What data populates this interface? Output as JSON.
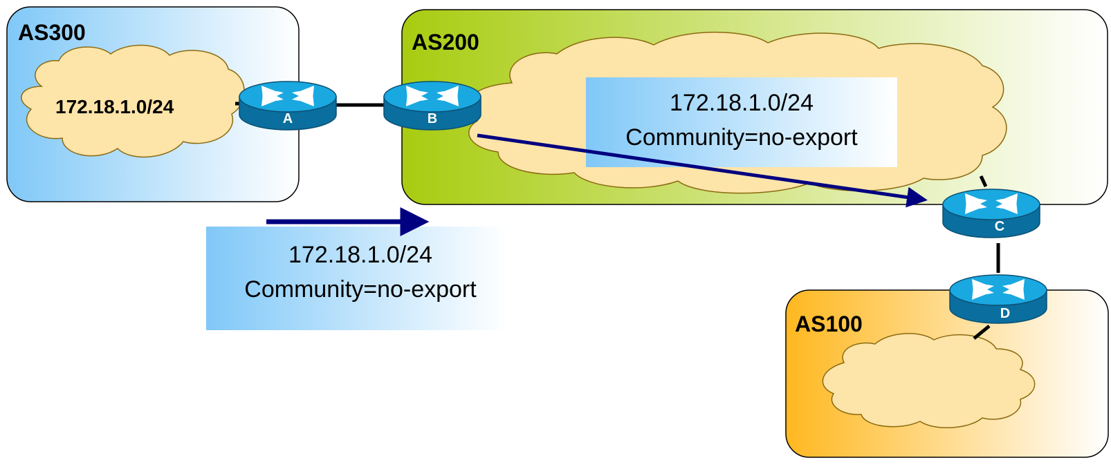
{
  "regions": [
    {
      "id": "as300",
      "label": "AS300",
      "network": "172.18.1.0/24"
    },
    {
      "id": "as200",
      "label": "AS200"
    },
    {
      "id": "as100",
      "label": "AS100"
    }
  ],
  "routers": [
    {
      "id": "A",
      "label": "A"
    },
    {
      "id": "B",
      "label": "B"
    },
    {
      "id": "C",
      "label": "C"
    },
    {
      "id": "D",
      "label": "D"
    }
  ],
  "announcements": [
    {
      "prefix": "172.18.1.0/24",
      "community": "Community=no-export"
    },
    {
      "prefix": "172.18.1.0/24",
      "community": "Community=no-export"
    }
  ],
  "colors": {
    "as300_gradient": [
      "#80c8f8",
      "#ffffff"
    ],
    "as200_gradient": [
      "#a8cc10",
      "#ffffff"
    ],
    "as100_gradient": [
      "#ffb820",
      "#ffffff"
    ],
    "cloud_fill": "#fde4a8",
    "cloud_stroke": "#8a6a10",
    "router_top": "#1aa8e0",
    "router_side": "#0a6e9e",
    "arrow": "#000080"
  }
}
